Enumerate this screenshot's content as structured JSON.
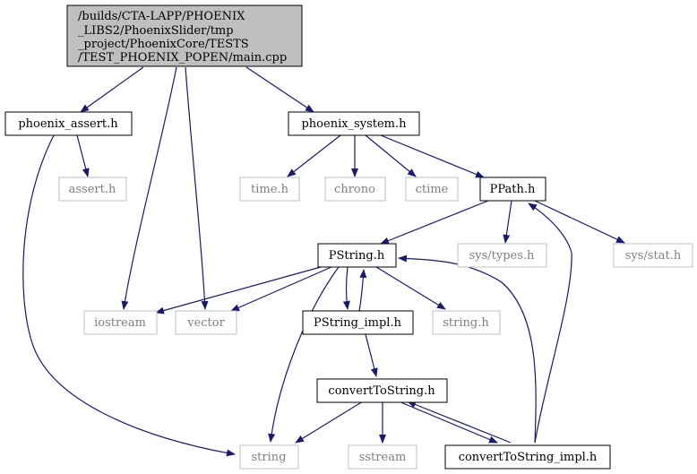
{
  "colors": {
    "edge": "#191970",
    "root_fill": "#bfbfbf",
    "root_stroke": "#000000",
    "local_stroke": "#000000",
    "system_stroke": "#bfbfbf",
    "system_text": "#7f7f7f"
  },
  "nodes": {
    "root": {
      "lines": [
        "/builds/CTA-LAPP/PHOENIX",
        "_LIBS2/PhoenixSlider/tmp",
        "_project/PhoenixCore/TESTS",
        "/TEST_PHOENIX_POPEN/main.cpp"
      ]
    },
    "phoenix_assert": {
      "label": "phoenix_assert.h"
    },
    "phoenix_system": {
      "label": "phoenix_system.h"
    },
    "assert_h": {
      "label": "assert.h"
    },
    "time_h": {
      "label": "time.h"
    },
    "chrono": {
      "label": "chrono"
    },
    "ctime": {
      "label": "ctime"
    },
    "ppath": {
      "label": "PPath.h"
    },
    "pstring": {
      "label": "PString.h"
    },
    "sys_types": {
      "label": "sys/types.h"
    },
    "sys_stat": {
      "label": "sys/stat.h"
    },
    "iostream": {
      "label": "iostream"
    },
    "vector": {
      "label": "vector"
    },
    "pstring_impl": {
      "label": "PString_impl.h"
    },
    "string_h": {
      "label": "string.h"
    },
    "convert": {
      "label": "convertToString.h"
    },
    "string": {
      "label": "string"
    },
    "sstream": {
      "label": "sstream"
    },
    "convert_impl": {
      "label": "convertToString_impl.h"
    }
  }
}
